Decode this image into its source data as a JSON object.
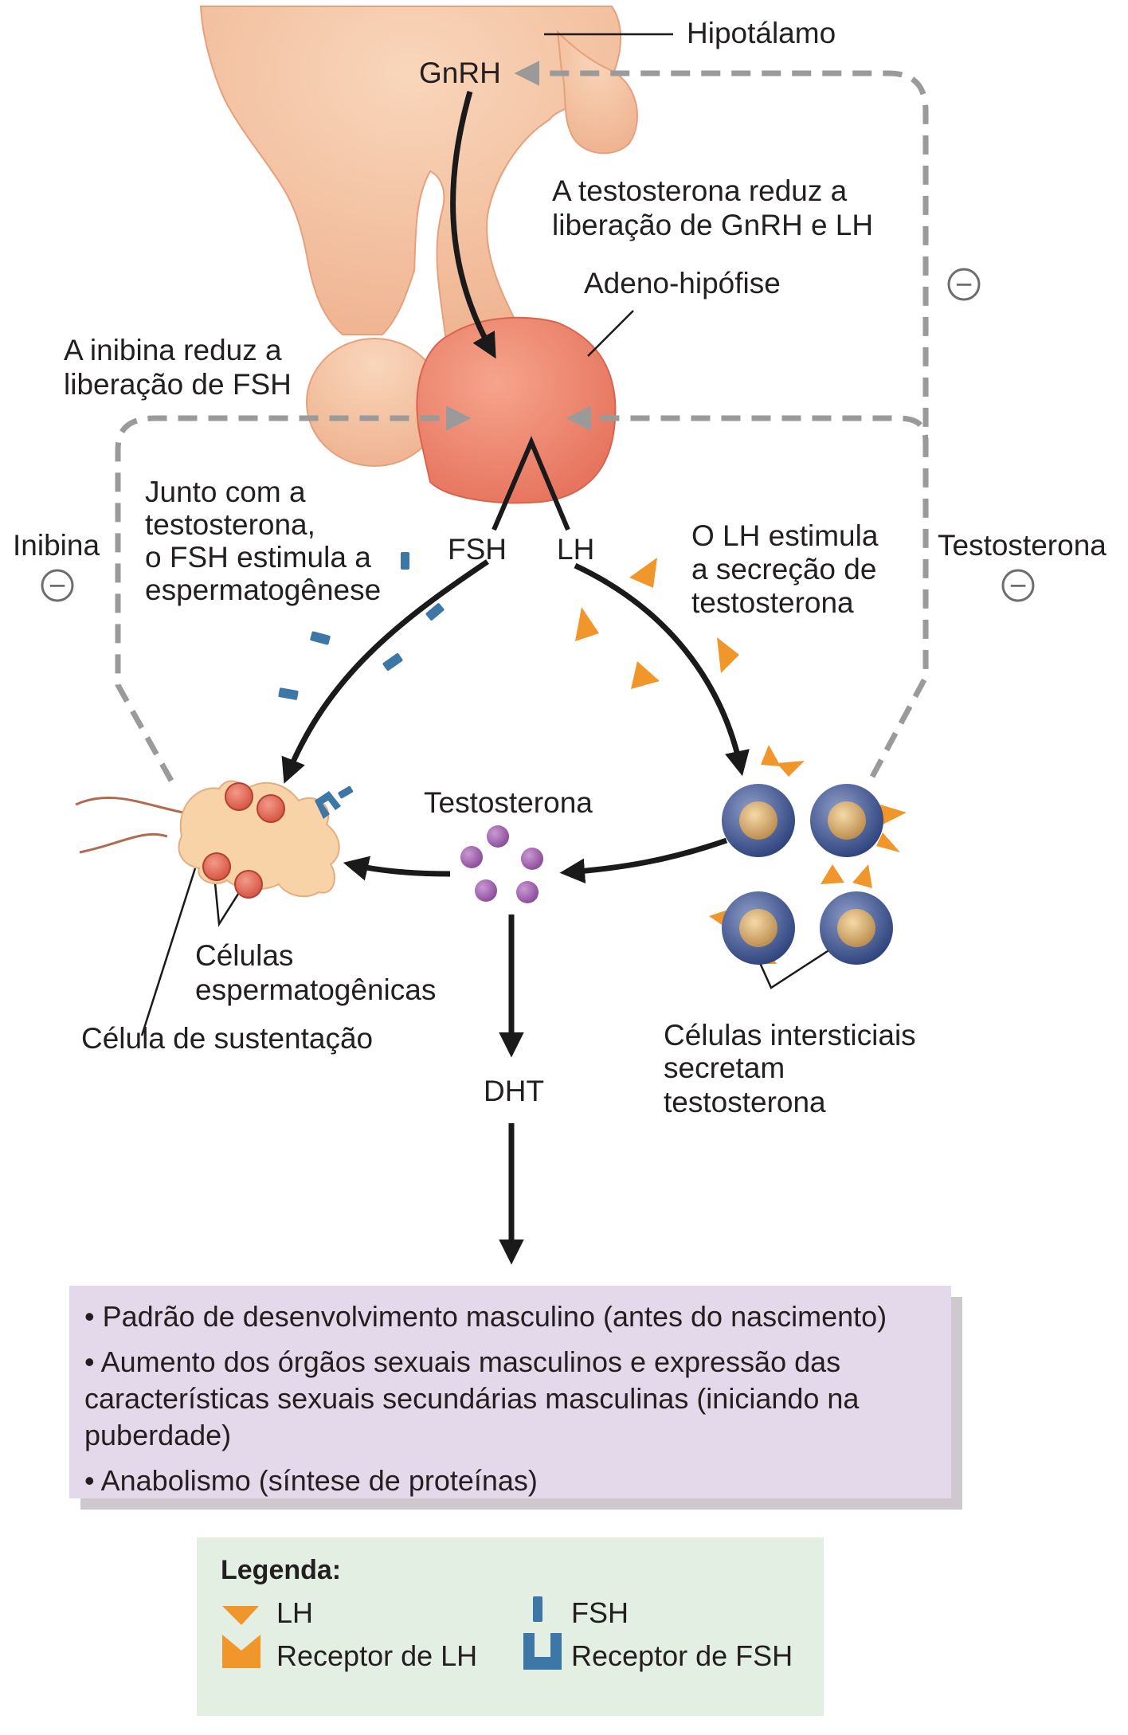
{
  "labels": {
    "hypothalamus": "Hipotálamo",
    "gnrh": "GnRH",
    "testosterone_feedback_note_line1": "A testosterona reduz a",
    "testosterone_feedback_note_line2": "liberação de GnRH e LH",
    "adenohypophysis": "Adeno-hipófise",
    "inhibin_note_line1": "A inibina reduz a",
    "inhibin_note_line2": "liberação de FSH",
    "fsh_note_line1": "Junto com a",
    "fsh_note_line2": "testosterona,",
    "fsh_note_line3": "o FSH estimula a",
    "fsh_note_line4": "espermatogênese",
    "inhibin": "Inibina",
    "fsh": "FSH",
    "lh": "LH",
    "lh_note_line1": "O LH estimula",
    "lh_note_line2": "a secreção de",
    "lh_note_line3": "testosterona",
    "testosterone_right": "Testosterona",
    "testosterone_center": "Testosterona",
    "spermatogenic_cells_line1": "Células",
    "spermatogenic_cells_line2": "espermatogênicas",
    "sustentacular_cell": "Célula de sustentação",
    "interstitial_cells_line1": "Células intersticiais",
    "interstitial_cells_line2": "secretam",
    "interstitial_cells_line3": "testosterona",
    "dht": "DHT",
    "minus": "−"
  },
  "effects": [
    "• Padrão de desenvolvimento masculino (antes do nascimento)",
    "• Aumento dos órgãos sexuais masculinos e expressão das características sexuais secundárias masculinas (iniciando na puberdade)",
    "• Anabolismo (síntese de proteínas)"
  ],
  "legend": {
    "title": "Legenda:",
    "lh": "LH",
    "lh_receptor": "Receptor de LH",
    "fsh": "FSH",
    "fsh_receptor": "Receptor de FSH"
  },
  "colors": {
    "hypothalamus": "#f5c9a8",
    "pituitary_anterior": "#ee8a72",
    "lh_hormone": "#f0962a",
    "fsh_hormone": "#3d77a8",
    "testosterone": "#a064ae",
    "feedback_dashed": "#9a9a9a",
    "effects_box": "#e4d9ea",
    "legend_box": "#e3efe2"
  }
}
